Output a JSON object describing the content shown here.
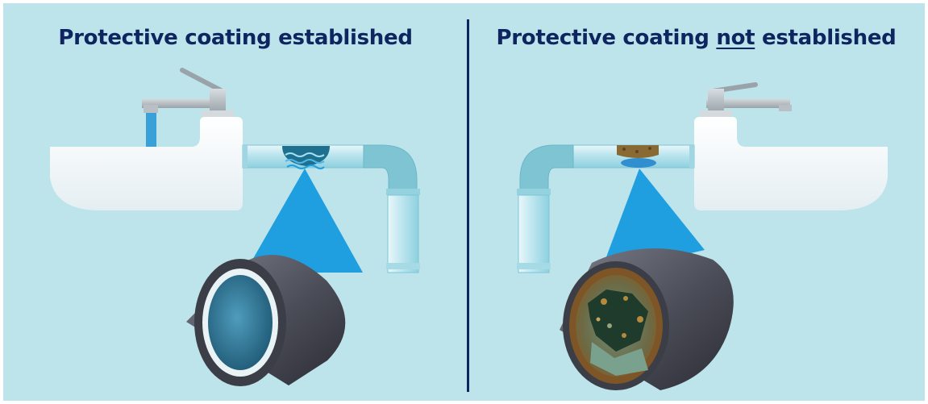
{
  "left_panel": {
    "title": "Protective coating established"
  },
  "right_panel": {
    "title_before": "Protective coating ",
    "title_emphasis": "not",
    "title_after": " established"
  },
  "colors": {
    "background": "#bde3eb",
    "title": "#0e2560",
    "water": "#3aa0d8",
    "callout": "#1f9fe0",
    "pipe_outer": "#4b4d58",
    "clean_interior": "#3d87a6",
    "scale_deposit": "#8a6a33"
  },
  "icons": {
    "left_faucet": "faucet-icon",
    "right_faucet": "faucet-icon",
    "left_sink": "sink-icon",
    "right_sink": "sink-icon",
    "clean_pipe": "clean-pipe-icon",
    "scaled_pipe": "corroded-pipe-icon"
  }
}
